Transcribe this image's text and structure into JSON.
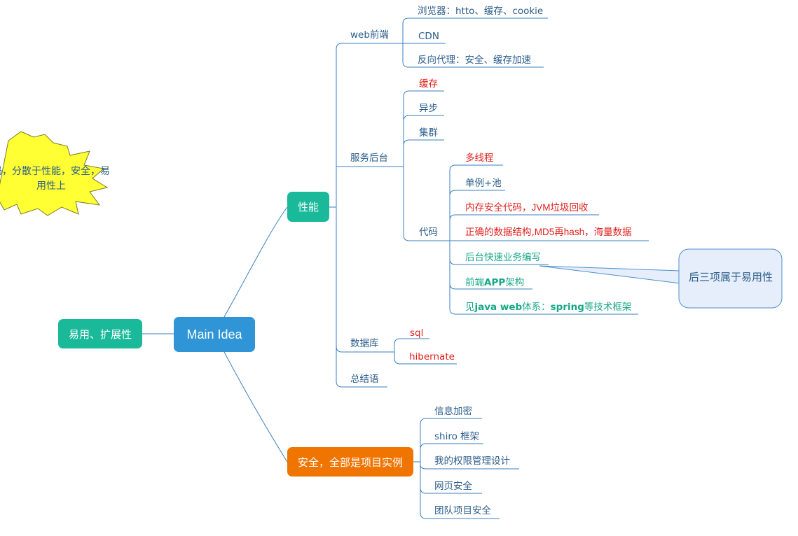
{
  "central": "Main Idea",
  "burst_note": "码，分散于性能，安全，易用性上",
  "callout_note": "后三项属于易用性",
  "easy_topic": "易用、扩展性",
  "perf": {
    "label": "性能",
    "web": {
      "label": "web前端",
      "browser": "浏览器：htto、缓存、cookie",
      "cdn": "CDN",
      "proxy": "反向代理：安全、缓存加速"
    },
    "backend": {
      "label": "服务后台",
      "cache": "缓存",
      "async": "异步",
      "cluster": "集群",
      "code": {
        "label": "代码",
        "multithread": "多线程",
        "singleton": "单例+池",
        "memory_a": "内存安全代码，",
        "memory_b": "JVM",
        "memory_c": "垃圾回收",
        "datastruct_a": "正确的数据结构,",
        "datastruct_b": "MD5再hash，",
        "datastruct_c": "海量数据",
        "fast_dev": "后台快速业务编写",
        "frontend_a": "前端",
        "frontend_b": "APP",
        "frontend_c": "架构",
        "see_a": "见",
        "see_b": "java web",
        "see_c": "体系：",
        "see_d": "spring",
        "see_e": "等技术框架"
      }
    },
    "database": {
      "label": "数据库",
      "sql": "sql",
      "hibernate": "hibernate"
    },
    "summary": "总结语"
  },
  "security": {
    "label": "安全，全部是项目实例",
    "items": [
      "信息加密",
      "shiro 框架",
      "我的权限管理设计",
      "网页安全",
      "团队项目安全"
    ]
  },
  "colors": {
    "link": "#3a7fbf",
    "central": "#2f95d6",
    "perf": "#19b99a",
    "security": "#f07400",
    "red_text": "#e0201c",
    "green_text": "#18a887",
    "callout_fill": "#e5eefa",
    "burst_fill": "#ffff33"
  }
}
